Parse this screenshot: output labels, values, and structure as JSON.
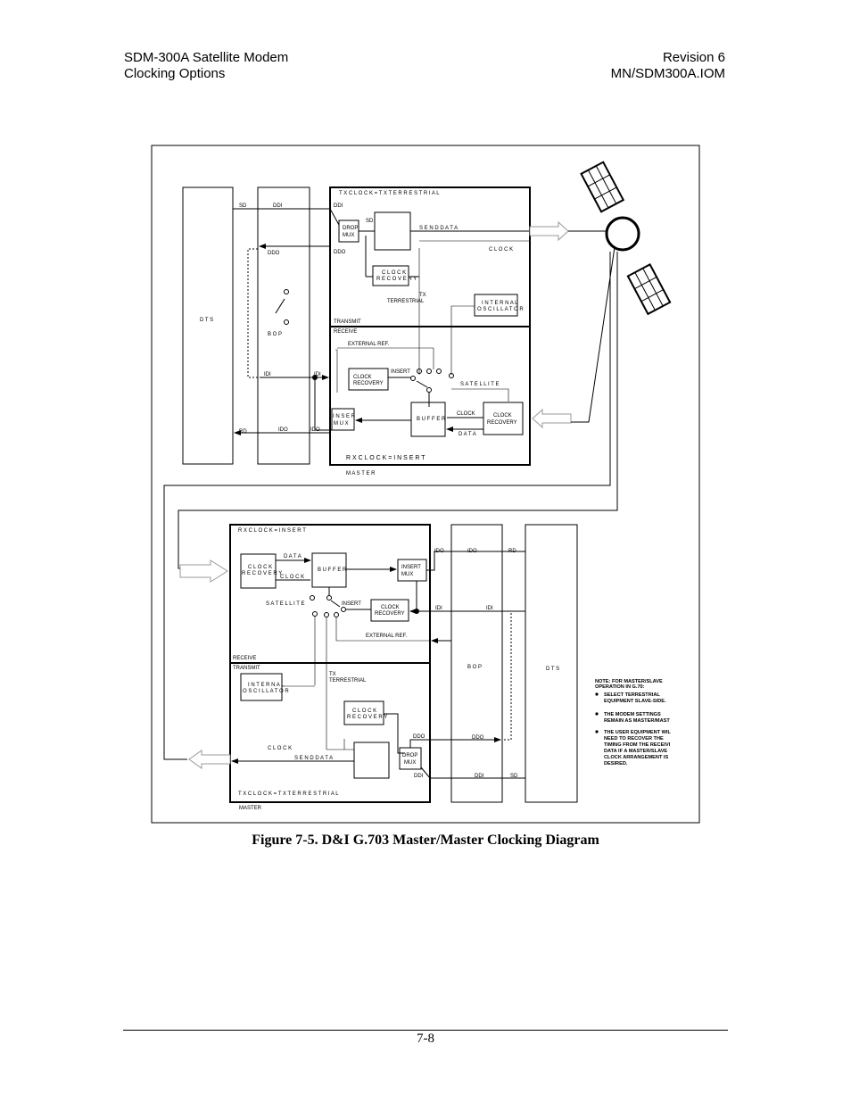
{
  "header": {
    "title": "SDM-300A Satellite Modem",
    "section": "Clocking Options",
    "revision": "Revision 6",
    "doc_id": "MN/SDM300A.IOM"
  },
  "diagram": {
    "top": {
      "dts": "D T S",
      "bop": "B O P",
      "sd": "SD",
      "ddi": "DDI",
      "ddi2": "DDI",
      "ddo": "DDO",
      "ddo2": "DDO",
      "idi": "IDI",
      "idi2": "IDI",
      "rd": "RD",
      "ido": "IDO",
      "ido2": "IDO",
      "tx_clock": "T X C L O C K  =  T X  T E R R E S T R I A L",
      "drop_mux_1": "DROP",
      "drop_mux_2": "MUX",
      "sd_inner": "SD",
      "send_data": "S E N D  D A T A",
      "clock": "C L O C K",
      "clock_recovery_1": "C L O C K",
      "clock_recovery_2": "R E C O V E R Y",
      "tx_terrestrial_1": "TX",
      "tx_terrestrial_2": "TERRESTRIAL",
      "internal_osc_1": "I N T E R N A L",
      "internal_osc_2": "O S C I L L A T O R",
      "transmit": "TRANSMIT",
      "receive": "RECEIVE",
      "external_ref": "EXTERNAL REF.",
      "insert": "INSERT",
      "rx_clock_recovery_1": "CLOCK",
      "rx_clock_recovery_2": "RECOVERY",
      "satellite": "S A T E L L I T E",
      "insert_mux_1": "I N S E R",
      "insert_mux_2": "M U X",
      "buffer": "B U F F E R",
      "clock_small": "CLOCK",
      "data": "D A T A",
      "sat_clock_recovery_1": "CLOCK",
      "sat_clock_recovery_2": "RECOVERY",
      "rx_clock": "R X  C L O C K  =  I N S E R T",
      "master": "M A S T E R"
    },
    "bottom": {
      "rx_clock": "R X  C L O C K  =  I N S E R T",
      "data": "D A T A",
      "clock_recovery_1": "C L O C K",
      "clock_recovery_2": "R E C O V E R Y",
      "clock": "C L O C K",
      "buffer": "B U F F E R",
      "insert_mux_1": "INSERT",
      "insert_mux_2": "MUX",
      "ido": "IDO",
      "ido2": "IDO",
      "rd": "RD",
      "satellite": "S A T E L L I T E",
      "insert": "INSERT",
      "rx_clock_recovery_1": "CLOCK",
      "rx_clock_recovery_2": "RECOVERY",
      "idi": "IDI",
      "idi2": "IDI",
      "external_ref": "EXTERNAL REF.",
      "receive": "RECEIVE",
      "transmit": "TRANSMIT",
      "bop": "B O P",
      "dts": "D T S",
      "internal_osc_1": "I N T E R N A L",
      "internal_osc_2": "O S C I L L A T O R",
      "tx_terrestrial_1": "TX",
      "tx_terrestrial_2": "TERRESTRIAL",
      "tx_clock_recovery_1": "C L O C K",
      "tx_clock_recovery_2": "R E C O V E R Y",
      "clock_tx": "C L O C K",
      "send_data": "S E N D  D A T A",
      "ddo": "DDO",
      "ddo2": "DDO",
      "drop_mux_1": "DROP",
      "drop_mux_2": "MUX",
      "ddi": "DDI",
      "ddi2": "DDI",
      "sd": "SD",
      "tx_clock": "T X C L O C K  =  T X  T E R R E S T R I A L",
      "master": "MASTER"
    },
    "note": {
      "title_1": "NOTE:  FOR MASTER/SLAVE",
      "title_2": "OPERATION IN G.70:",
      "b1_1": "SELECT TERRESTRIAL",
      "b1_2": "EQUIPMENT SLAVE-SIDE.",
      "b2_1": "THE MODEM SETTINGS",
      "b2_2": "REMAIN AS MASTER/MAST",
      "b3_1": "THE USER EQUIPMENT WIL",
      "b3_2": "NEED TO RECOVER THE",
      "b3_3": "TIMING FROM THE RECEIVI",
      "b3_4": "DATA IF A MASTER/SLAVE",
      "b3_5": "CLOCK ARRANGEMENT IS",
      "b3_6": "DESIRED."
    }
  },
  "caption": "Figure 7-5.  D&I G.703 Master/Master Clocking Diagram",
  "page_number": "7-8"
}
